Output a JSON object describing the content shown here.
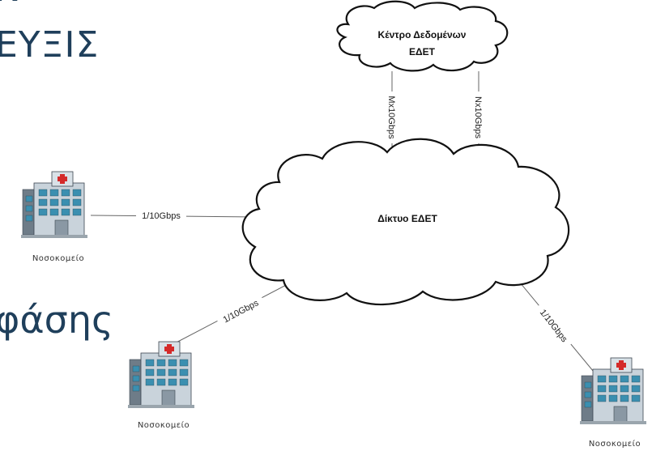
{
  "slide": {
    "line1": "N",
    "line2": "ΕΥΞΙΣ",
    "line3": "φάσης"
  },
  "diagram": {
    "datacenter": {
      "line1": "Κέντρο Δεδομένων",
      "line2": "ΕΔΕΤ"
    },
    "network": {
      "label": "Δίκτυο ΕΔΕΤ"
    },
    "uplinks": [
      {
        "label": "Mx10Gbps"
      },
      {
        "label": "Nx10Gbps"
      }
    ],
    "links": [
      {
        "label": "1/10Gbps"
      },
      {
        "label": "1/10Gbps"
      },
      {
        "label": "1/10Gbps"
      }
    ],
    "hospitals": [
      {
        "label": "Νοσοκομείο"
      },
      {
        "label": "Νοσοκομείο"
      },
      {
        "label": "Νοσοκομείο"
      }
    ]
  }
}
